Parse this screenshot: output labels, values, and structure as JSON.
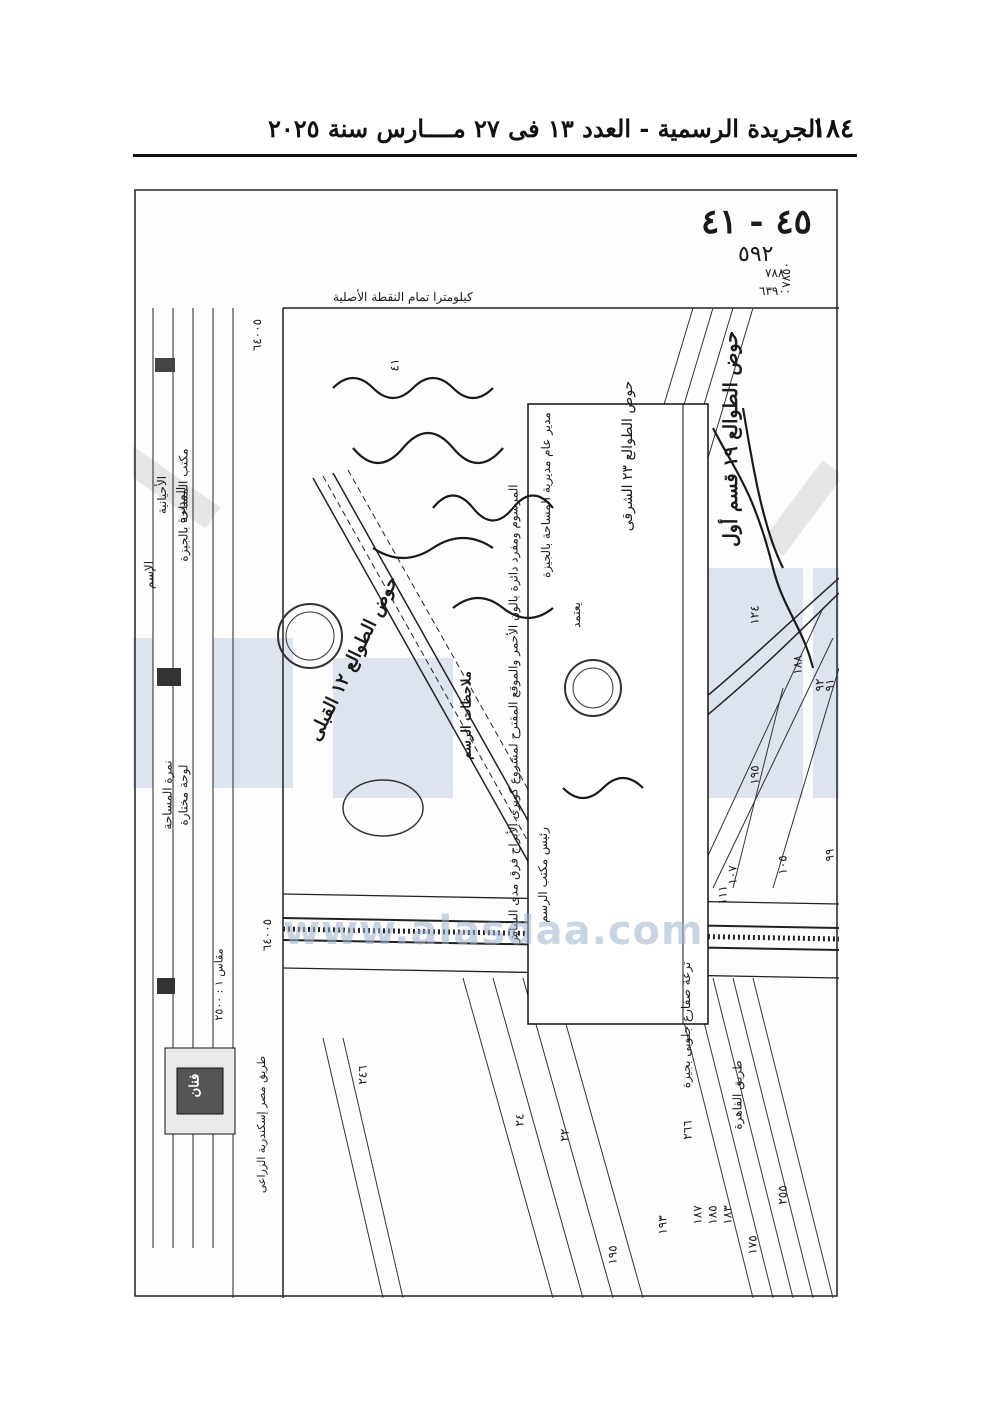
{
  "header": {
    "page_number": "١٨٤",
    "title": "الجريدة الرسمية - العدد ١٣ فى ٢٧ مــــارس سنة ٢٠٢٥"
  },
  "map": {
    "reference_fraction_top": "٤٥ - ٤١",
    "reference_fraction_bottom": "٥٩٢",
    "top_label": "كيلومترا تمام النقطة الأصلية",
    "coords": {
      "top_left": "٧٨٥٠",
      "top_mid_1": "٧٨٨",
      "top_mid_2": "٦٣٩٠٠",
      "left_axis": "٦٤٠٠٥",
      "bottom_axis": "٦٤٠٠٥"
    },
    "basin_labels": {
      "basin_1": "حوض الطوالع ١٩ قسم أول",
      "basin_2": "حوض الطوالع ٢٣ الشرقى",
      "basin_3": "حوض الطوالع ١٢ القبلى"
    },
    "notes": {
      "title": "ملاحظات الرسم",
      "line_1": "المرسوم ومفرد دائرة بالون الأحمر والموقع المقترح لمشروع كوبرى الأبراج فرق مدى الشاش",
      "line_2": "مدير عام مديرية المساحة بالجيزة",
      "line_3": "رئيس مكتب الرسم",
      "line_4": "يعتمد"
    },
    "legend": {
      "line_1": "مكتب المساحة بالجيزة",
      "line_2": "المديرة",
      "line_3": "الأحيانية",
      "line_4": "الإسم",
      "line_5": "لوحة مختارة",
      "line_6": "مقاس ١ : ٢٥٠٠",
      "line_7": "نمرة المساحة"
    },
    "road_labels": {
      "road_1": "ترعة صفارع جلوبى بجيزة",
      "road_2": "طريق القاهرة",
      "road_3": "طريق مصر إسكندرية الزراعى"
    },
    "scale_box": "فنان",
    "watermark": "www.alasdaa.com",
    "parcels": [
      "١٢٤",
      "١٩٥",
      "١٠٧",
      "١٠٥",
      "٩٩",
      "١١١",
      "١٧٥",
      "٢٥٥",
      "٢٦٦",
      "٢٢",
      "١٨٧",
      "١٨٥",
      "١٨٣",
      "١٩٣",
      "١٩٥",
      "٢٤٦",
      "٢٤",
      "٩٢",
      "٩١",
      "١٨٨",
      "٤١"
    ]
  }
}
